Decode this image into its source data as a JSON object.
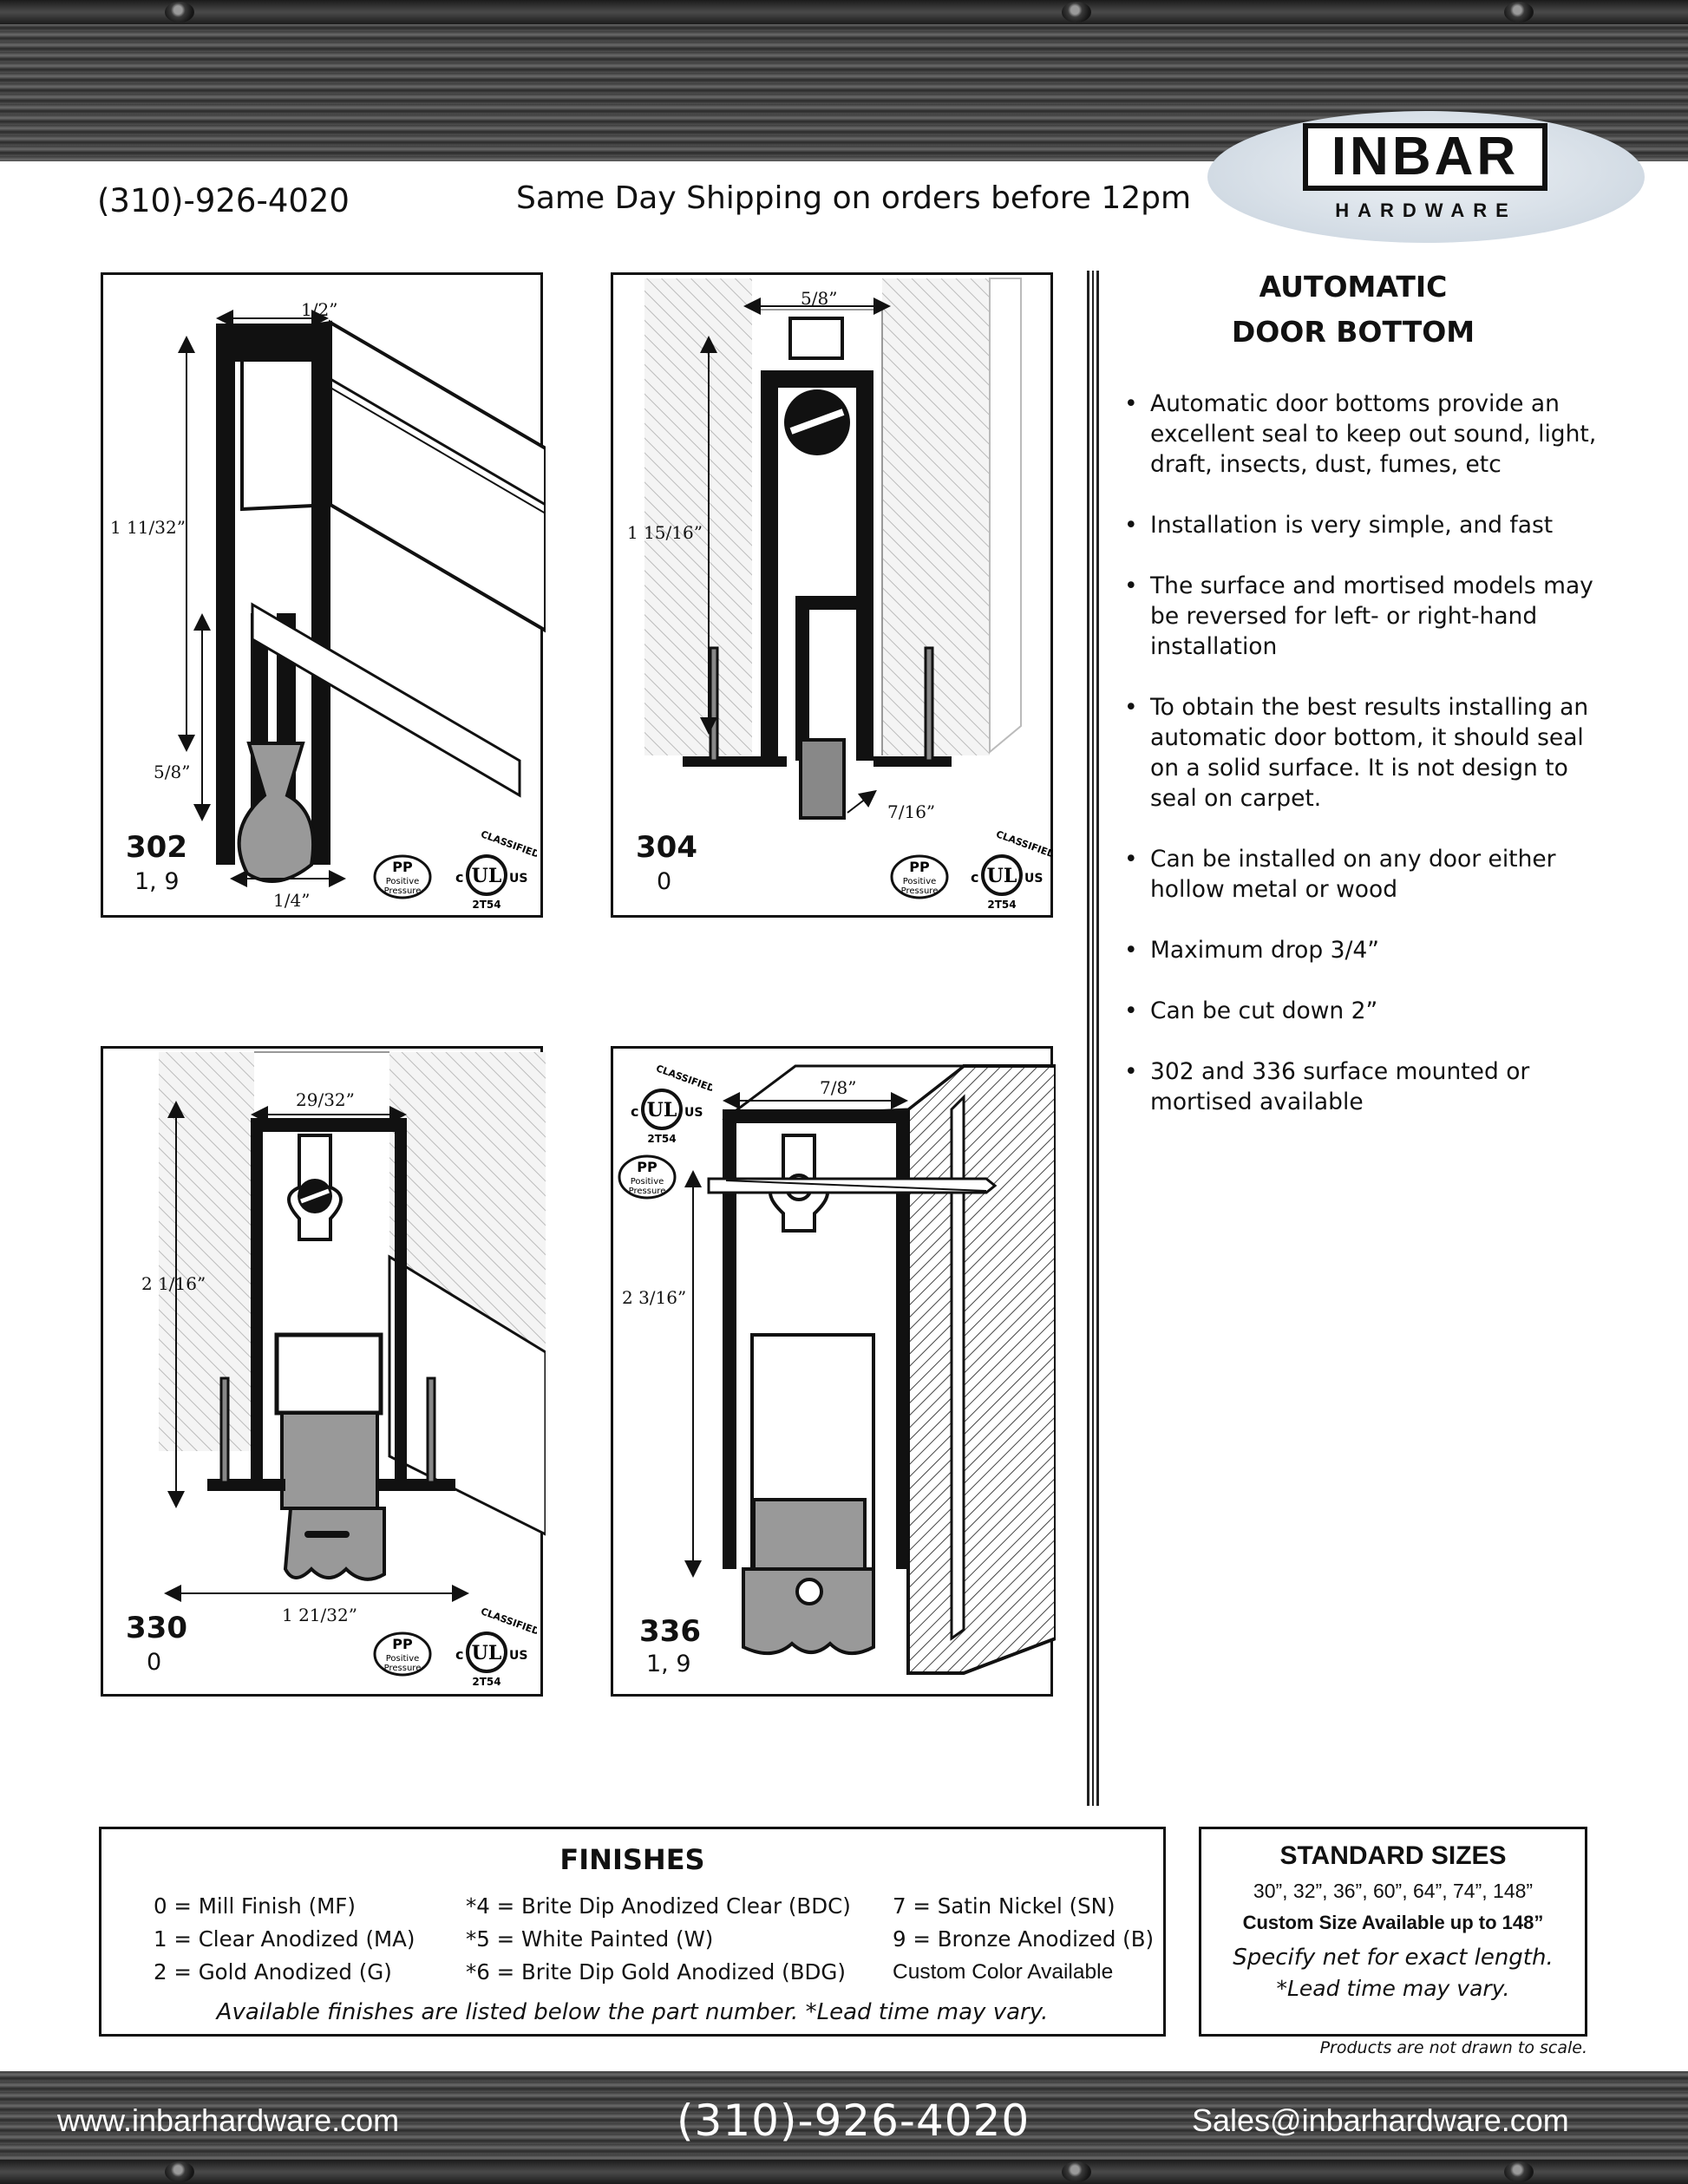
{
  "header": {
    "phone": "(310)-926-4020",
    "shipping": "Same Day Shipping on orders before 12pm",
    "logo_main": "INBAR",
    "logo_sub": "HARDWARE"
  },
  "product": {
    "title_line1": "AUTOMATIC",
    "title_line2": "DOOR BOTTOM",
    "features": [
      "Automatic door bottoms provide an excellent seal to keep out sound, light, draft, insects, dust, fumes, etc",
      "Installation is very simple, and fast",
      "The surface and mortised models may be reversed for left- or right-hand installation",
      "To obtain the best results installing an automatic door bottom, it should seal on a solid surface. It is not design to seal on carpet.",
      "Can be installed on any door either hollow metal or wood",
      "Maximum drop 3/4”",
      "Can be cut down 2”",
      "302 and 336 surface mounted or mortised available"
    ]
  },
  "diagrams": [
    {
      "model": "302",
      "finishes": "1, 9",
      "dims": [
        "1/2”",
        "1 11/32”",
        "5/8”",
        "1/4”"
      ]
    },
    {
      "model": "304",
      "finishes": "0",
      "dims": [
        "5/8”",
        "1 15/16”",
        "7/16”"
      ]
    },
    {
      "model": "330",
      "finishes": "0",
      "dims": [
        "29/32”",
        "2 1/16”",
        "1 21/32”"
      ]
    },
    {
      "model": "336",
      "finishes": "1, 9",
      "dims": [
        "7/8”",
        "2 3/16”"
      ]
    }
  ],
  "badges": {
    "pp": "PP",
    "pp_line1": "Positive",
    "pp_line2": "Pressure",
    "ul_classified": "CLASSIFIED",
    "ul_c": "c",
    "ul_ul": "UL",
    "ul_us": "US",
    "ul_code": "2T54"
  },
  "finishes": {
    "title": "FINISHES",
    "col1": [
      "0 = Mill Finish (MF)",
      "1 = Clear Anodized (MA)",
      "2 = Gold Anodized (G)"
    ],
    "col2": [
      "*4 = Brite Dip Anodized Clear (BDC)",
      "*5 = White Painted (W)",
      "*6 = Brite Dip Gold Anodized (BDG)"
    ],
    "col3": [
      "7 = Satin Nickel (SN)",
      "9 = Bronze Anodized (B)",
      "Custom Color Available"
    ],
    "note": "Available finishes are listed below the part number. *Lead time may vary."
  },
  "sizes": {
    "title": "STANDARD SIZES",
    "list": "30”, 32”, 36”, 60”, 64”, 74”, 148”",
    "custom": "Custom Size Available up to 148”",
    "specify": "Specify net for exact length.",
    "lead": "*Lead time may vary."
  },
  "scale_note": "Products are not drawn to scale.",
  "footer": {
    "website": "www.inbarhardware.com",
    "phone": "(310)-926-4020",
    "email": "Sales@inbarhardware.com"
  }
}
